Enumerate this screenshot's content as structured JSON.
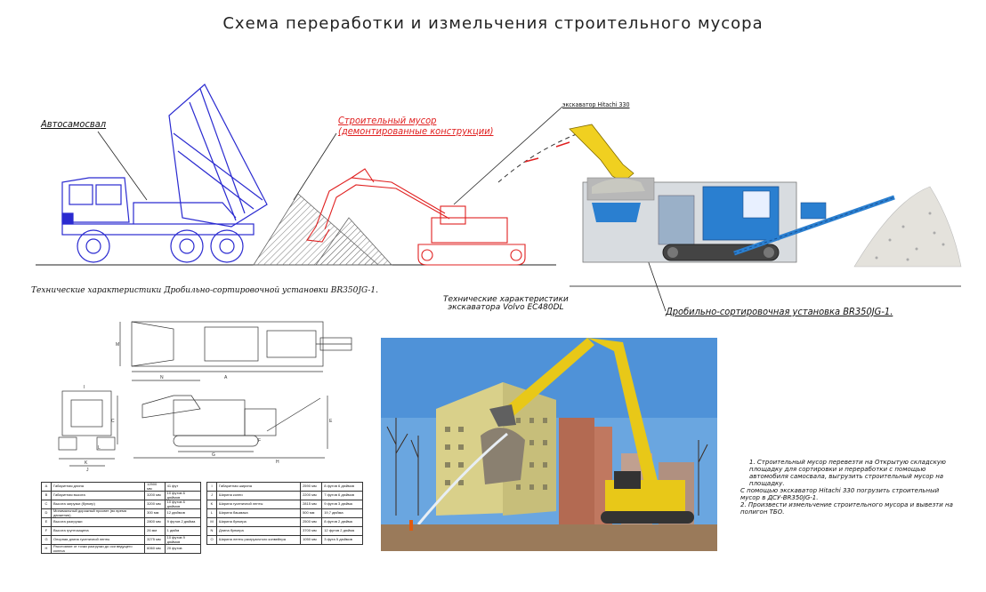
{
  "title": "Схема переработки и измельчения строительного мусора",
  "labels": {
    "dump_truck": "Автосамосвал",
    "debris_line1": "Строительный мусор",
    "debris_line2": "(демонтированные конструкции)",
    "excavator_hitachi": "экскаватор Hitachi 330",
    "crusher_plant": "Дробильно-сортировочная установка BR350JG-1."
  },
  "captions": {
    "crusher_specs": "Технические характеристики Дробильно-сортировочной установки BR350JG-1.",
    "excavator_specs_line1": "Технические характеристики",
    "excavator_specs_line2": "экскаватора Volvo EC480DL"
  },
  "spec_table": {
    "left": [
      {
        "k": "A",
        "name": "Габаритная длина",
        "mm": "12500 мм",
        "ft": "41 фут"
      },
      {
        "k": "B",
        "name": "Габаритная высота",
        "mm": "3200 мм",
        "ft": "10 футов 6 дюймов"
      },
      {
        "k": "C",
        "name": "Высота загрузки (бункер)",
        "mm": "3200 мм",
        "ft": "10 футов 6 дюймов"
      },
      {
        "k": "D",
        "name": "Минимальный дорожный просвет (во время движения)",
        "mm": "300 мм",
        "ft": "12 дюймов"
      },
      {
        "k": "E",
        "name": "Высота разгрузки",
        "mm": "2800 мм",
        "ft": "9 футов 2 дюйма"
      },
      {
        "k": "F",
        "name": "Высота грунтозацепа",
        "mm": "26 мм",
        "ft": "1 дюйм"
      },
      {
        "k": "G",
        "name": "Опорная длина гусеничной ленты",
        "mm": "3275 мм",
        "ft": "10 футов 9 дюймов"
      },
      {
        "k": "H",
        "name": "Расстояние от точки разгрузки до оси ведущего колеса",
        "mm": "6060 мм",
        "ft": "20 футов"
      }
    ],
    "right": [
      {
        "k": "I",
        "name": "Габаритная ширина",
        "mm": "2590 мм",
        "ft": "8 футов 6 дюймов"
      },
      {
        "k": "J",
        "name": "Ширина колеи",
        "mm": "2200 мм",
        "ft": "7 футов 6 дюймов"
      },
      {
        "k": "K",
        "name": "Ширина гусеничной ленты",
        "mm": "2815 мм",
        "ft": "9 футов 3 дюйма"
      },
      {
        "k": "L",
        "name": "Ширина башмака",
        "mm": "500 мм",
        "ft": "19,7 дюйма"
      },
      {
        "k": "M",
        "name": "Ширина бункера",
        "mm": "2500 мм",
        "ft": "8 футов 2 дюйма"
      },
      {
        "k": "N",
        "name": "Длина бункера",
        "mm": "3700 мм",
        "ft": "12 футов 2 дюйма"
      },
      {
        "k": "O",
        "name": "Ширина ленты разгрузочного конвейера",
        "mm": "1050 мм",
        "ft": "3 фута 5 дюймов"
      }
    ]
  },
  "notes": [
    "1.    Строительный мусор перевезти на Открытую складскую площадку для сортировки и переработки с помощью автомобиля самосвала, выгрузить строительный мусор на площадку.",
    "С помощью  экскаватор Hitachi 330  погрузить строительный мусор в  ДСУ-BR350JG-1.",
    "    2.      Произвести измельчение строительного мусора и вывезти на полигон ТБО."
  ],
  "colors": {
    "truck": "#2a2ad0",
    "debris": "#e02020",
    "excavator_yellow": "#f0d020",
    "crusher_blue": "#2a7fd0",
    "sky": "#5aa0e0"
  },
  "icons": [
    "dump-truck-drawing",
    "debris-pile-drawing",
    "excavator-drawing",
    "crusher-plant-drawing",
    "demolition-photo"
  ]
}
